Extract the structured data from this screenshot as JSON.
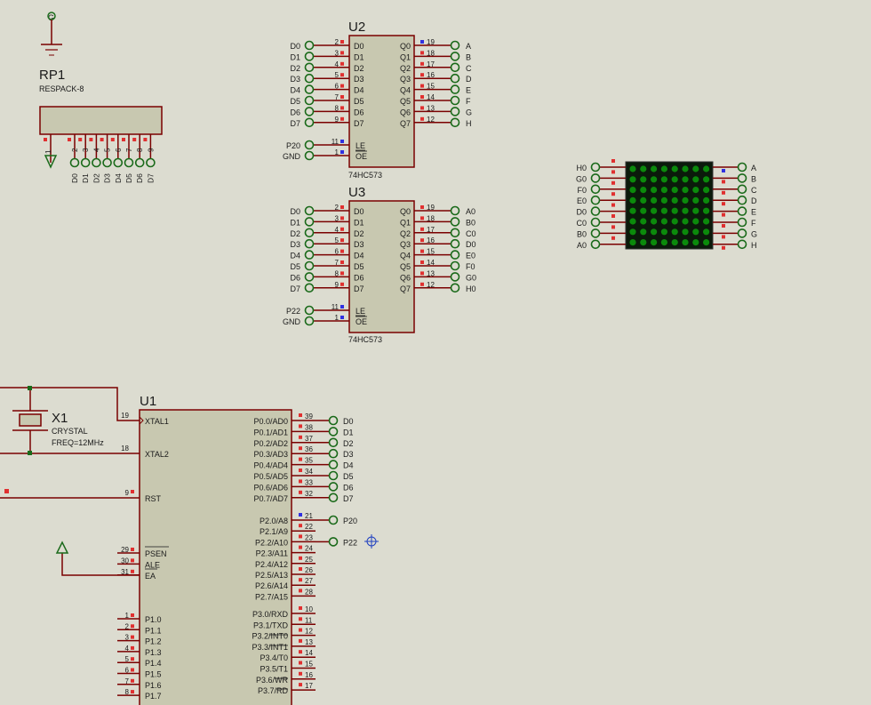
{
  "rp1": {
    "ref": "RP1",
    "value": "RESPACK-8",
    "gnd_marker": "G",
    "common_pin": "1",
    "pins": [
      "2",
      "3",
      "4",
      "5",
      "6",
      "7",
      "8",
      "9"
    ],
    "nets": [
      "D0",
      "D1",
      "D2",
      "D3",
      "D4",
      "D5",
      "D6",
      "D7"
    ]
  },
  "u2": {
    "ref": "U2",
    "part": "74HC573",
    "in_pins": [
      "D0",
      "D1",
      "D2",
      "D3",
      "D4",
      "D5",
      "D6",
      "D7"
    ],
    "in_nums": [
      "2",
      "3",
      "4",
      "5",
      "6",
      "7",
      "8",
      "9"
    ],
    "in_nets": [
      "D0",
      "D1",
      "D2",
      "D3",
      "D4",
      "D5",
      "D6",
      "D7"
    ],
    "out_pins": [
      "Q0",
      "Q1",
      "Q2",
      "Q3",
      "Q4",
      "Q5",
      "Q6",
      "Q7"
    ],
    "out_nums": [
      "19",
      "18",
      "17",
      "16",
      "15",
      "14",
      "13",
      "12"
    ],
    "out_nets": [
      "A",
      "B",
      "C",
      "D",
      "E",
      "F",
      "G",
      "H"
    ],
    "le_label": "LE",
    "le_num": "11",
    "le_net": "P20",
    "oe_label": "OE",
    "oe_num": "1",
    "oe_net": "GND"
  },
  "u3": {
    "ref": "U3",
    "part": "74HC573",
    "in_pins": [
      "D0",
      "D1",
      "D2",
      "D3",
      "D4",
      "D5",
      "D6",
      "D7"
    ],
    "in_nums": [
      "2",
      "3",
      "4",
      "5",
      "6",
      "7",
      "8",
      "9"
    ],
    "in_nets": [
      "D0",
      "D1",
      "D2",
      "D3",
      "D4",
      "D5",
      "D6",
      "D7"
    ],
    "out_pins": [
      "Q0",
      "Q1",
      "Q2",
      "Q3",
      "Q4",
      "Q5",
      "Q6",
      "Q7"
    ],
    "out_nums": [
      "19",
      "18",
      "17",
      "16",
      "15",
      "14",
      "13",
      "12"
    ],
    "out_nets": [
      "A0",
      "B0",
      "C0",
      "D0",
      "E0",
      "F0",
      "G0",
      "H0"
    ],
    "le_label": "LE",
    "le_num": "11",
    "le_net": "P22",
    "oe_label": "OE",
    "oe_num": "1",
    "oe_net": "GND"
  },
  "matrix": {
    "left_nets": [
      "H0",
      "G0",
      "F0",
      "E0",
      "D0",
      "C0",
      "B0",
      "A0"
    ],
    "right_nets": [
      "A",
      "B",
      "C",
      "D",
      "E",
      "F",
      "G",
      "H"
    ]
  },
  "x1": {
    "ref": "X1",
    "value": "CRYSTAL",
    "freq": "FREQ=12MHz"
  },
  "u1": {
    "ref": "U1",
    "left_top": [
      {
        "label": "XTAL1",
        "num": "19"
      },
      {
        "label": "XTAL2",
        "num": "18"
      },
      {
        "label": "RST",
        "num": "9"
      }
    ],
    "left_ctrl": [
      {
        "label": "PSEN",
        "num": "29"
      },
      {
        "label": "ALE",
        "num": "30"
      },
      {
        "label": "EA",
        "num": "31"
      }
    ],
    "left_p1": [
      {
        "label": "P1.0",
        "num": "1"
      },
      {
        "label": "P1.1",
        "num": "2"
      },
      {
        "label": "P1.2",
        "num": "3"
      },
      {
        "label": "P1.3",
        "num": "4"
      },
      {
        "label": "P1.4",
        "num": "5"
      },
      {
        "label": "P1.5",
        "num": "6"
      },
      {
        "label": "P1.6",
        "num": "7"
      },
      {
        "label": "P1.7",
        "num": "8"
      }
    ],
    "right_p0": [
      {
        "label": "P0.0/AD0",
        "num": "39",
        "net": "D0"
      },
      {
        "label": "P0.1/AD1",
        "num": "38",
        "net": "D1"
      },
      {
        "label": "P0.2/AD2",
        "num": "37",
        "net": "D2"
      },
      {
        "label": "P0.3/AD3",
        "num": "36",
        "net": "D3"
      },
      {
        "label": "P0.4/AD4",
        "num": "35",
        "net": "D4"
      },
      {
        "label": "P0.5/AD5",
        "num": "34",
        "net": "D5"
      },
      {
        "label": "P0.6/AD6",
        "num": "33",
        "net": "D6"
      },
      {
        "label": "P0.7/AD7",
        "num": "32",
        "net": "D7"
      }
    ],
    "right_p2": [
      {
        "label": "P2.0/A8",
        "num": "21",
        "net": "P20"
      },
      {
        "label": "P2.1/A9",
        "num": "22",
        "net": ""
      },
      {
        "label": "P2.2/A10",
        "num": "23",
        "net": "P22"
      },
      {
        "label": "P2.3/A11",
        "num": "24",
        "net": ""
      },
      {
        "label": "P2.4/A12",
        "num": "25",
        "net": ""
      },
      {
        "label": "P2.5/A13",
        "num": "26",
        "net": ""
      },
      {
        "label": "P2.6/A14",
        "num": "27",
        "net": ""
      },
      {
        "label": "P2.7/A15",
        "num": "28",
        "net": ""
      }
    ],
    "right_p3": [
      {
        "label": "P3.0/RXD",
        "num": "10"
      },
      {
        "label": "P3.1/TXD",
        "num": "11"
      },
      {
        "label": "P3.2/INT0",
        "num": "12"
      },
      {
        "label": "P3.3/INT1",
        "num": "13"
      },
      {
        "label": "P3.4/T0",
        "num": "14"
      },
      {
        "label": "P3.5/T1",
        "num": "15"
      },
      {
        "label": "P3.6/WR",
        "num": "16"
      },
      {
        "label": "P3.7/RD",
        "num": "17"
      }
    ]
  },
  "colors": {
    "background": "#dcdcd0",
    "wire": "#7a0000",
    "chip_fill": "#c8c8b0",
    "terminal": "#1a6a1a",
    "pin_low": "#e03030",
    "pin_high": "#3030e0",
    "led_on": "#0b8a0b",
    "led_body": "#0b1a0b"
  }
}
